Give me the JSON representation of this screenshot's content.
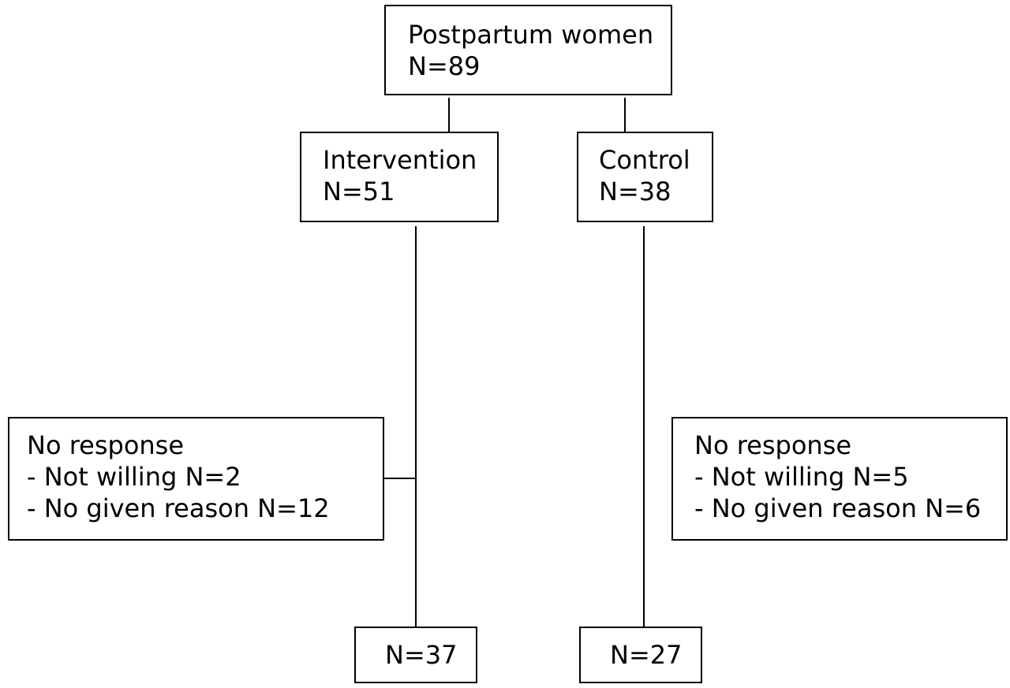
{
  "top": {
    "title": "Postpartum women",
    "n": "N=89"
  },
  "intervention": {
    "title": "Intervention",
    "n": "N=51"
  },
  "control": {
    "title": "Control",
    "n": "N=38"
  },
  "exclusion_left": {
    "title": "No response",
    "items": [
      "- Not willing N=2",
      "- No given reason N=12"
    ]
  },
  "exclusion_right": {
    "title": "No response",
    "items": [
      "- Not willing N=5",
      "- No given reason N=6"
    ]
  },
  "final_left": {
    "n": "N=37"
  },
  "final_right": {
    "n": "N=27"
  }
}
